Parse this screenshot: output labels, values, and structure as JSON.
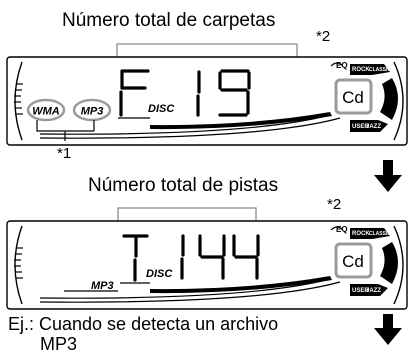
{
  "display1": {
    "caption": "Número total de carpetas",
    "folder_letter": "F",
    "folder_count": "19",
    "eq_label": "EQ",
    "eq_presets": [
      "ROCK",
      "CLASSIC",
      "USER",
      "JAZZ"
    ],
    "source_code": "Cd",
    "badges": [
      "WMA",
      "MP3"
    ],
    "disc_label": "DISC"
  },
  "display2": {
    "caption": "Número total de pistas",
    "track_letter": "T",
    "track_count": "144",
    "eq_label": "EQ",
    "eq_presets": [
      "ROCK",
      "CLASSIC",
      "USER",
      "JAZZ"
    ],
    "source_code": "Cd",
    "mp3_label": "MP3",
    "disc_label": "DISC"
  },
  "notes": {
    "note1": "*1",
    "note2_top": "*2",
    "note2_bottom": "*2"
  },
  "example_line1": "Ej.: Cuando se detecta un archivo",
  "example_line2": "MP3"
}
